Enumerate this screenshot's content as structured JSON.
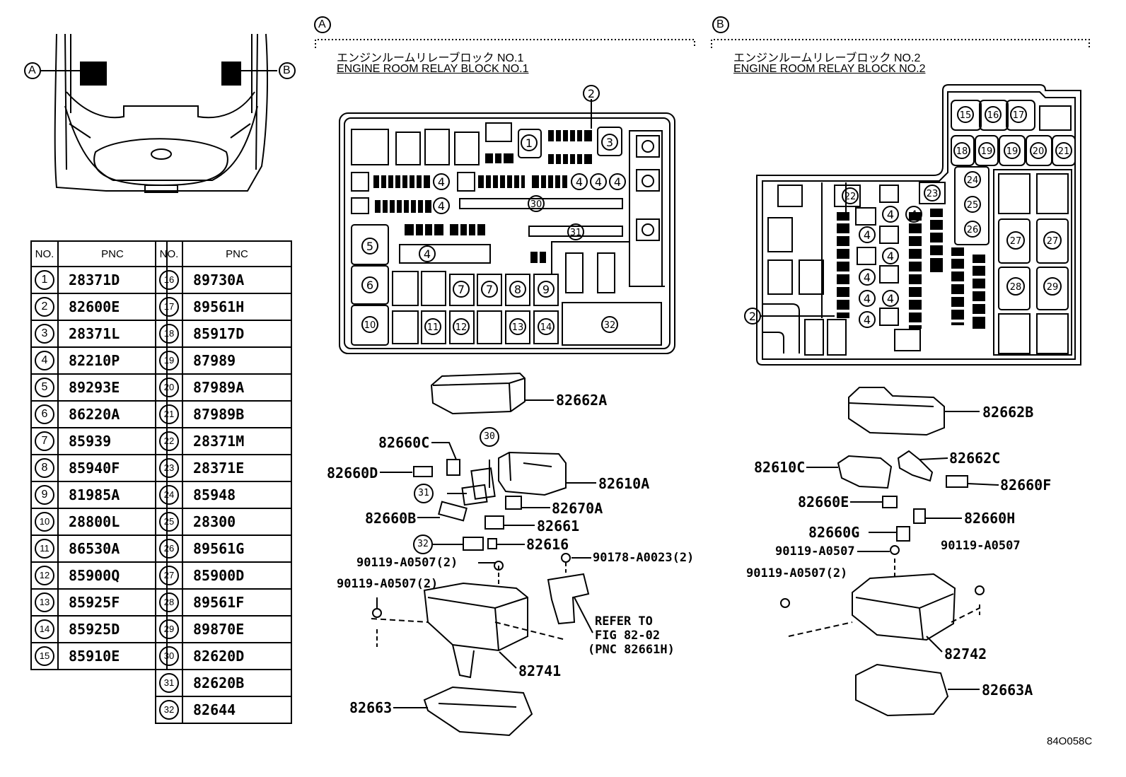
{
  "section_a": {
    "marker": "A",
    "title_jp": "エンジンルームリレーブロック NO.1",
    "title_en": "ENGINE ROOM RELAY BLOCK NO.1"
  },
  "section_b": {
    "marker": "B",
    "title_jp": "エンジンルームリレーブロック NO.2",
    "title_en": "ENGINE ROOM RELAY BLOCK NO.2"
  },
  "table": {
    "headers": [
      "NO.",
      "PNC",
      "NO.",
      "PNC"
    ],
    "left": [
      {
        "no": "1",
        "pnc": "28371D"
      },
      {
        "no": "2",
        "pnc": "82600E"
      },
      {
        "no": "3",
        "pnc": "28371L"
      },
      {
        "no": "4",
        "pnc": "82210P"
      },
      {
        "no": "5",
        "pnc": "89293E"
      },
      {
        "no": "6",
        "pnc": "86220A"
      },
      {
        "no": "7",
        "pnc": "85939"
      },
      {
        "no": "8",
        "pnc": "85940F"
      },
      {
        "no": "9",
        "pnc": "81985A"
      },
      {
        "no": "10",
        "pnc": "28800L"
      },
      {
        "no": "11",
        "pnc": "86530A"
      },
      {
        "no": "12",
        "pnc": "85900Q"
      },
      {
        "no": "13",
        "pnc": "85925F"
      },
      {
        "no": "14",
        "pnc": "85925D"
      },
      {
        "no": "15",
        "pnc": "85910E"
      }
    ],
    "right": [
      {
        "no": "16",
        "pnc": "89730A"
      },
      {
        "no": "17",
        "pnc": "89561H"
      },
      {
        "no": "18",
        "pnc": "85917D"
      },
      {
        "no": "19",
        "pnc": "87989"
      },
      {
        "no": "20",
        "pnc": "87989A"
      },
      {
        "no": "21",
        "pnc": "87989B"
      },
      {
        "no": "22",
        "pnc": "28371M"
      },
      {
        "no": "23",
        "pnc": "28371E"
      },
      {
        "no": "24",
        "pnc": "85948"
      },
      {
        "no": "25",
        "pnc": "28300"
      },
      {
        "no": "26",
        "pnc": "89561G"
      },
      {
        "no": "27",
        "pnc": "85900D"
      },
      {
        "no": "28",
        "pnc": "89561F"
      },
      {
        "no": "29",
        "pnc": "89870E"
      },
      {
        "no": "30",
        "pnc": "82620D"
      },
      {
        "no": "31",
        "pnc": "82620B"
      },
      {
        "no": "32",
        "pnc": "82644"
      }
    ]
  },
  "labels_a": {
    "p82662A": "82662A",
    "p82660C": "82660C",
    "p82660D": "82660D",
    "p82610A": "82610A",
    "p82670A": "82670A",
    "p82660B": "82660B",
    "p82661": "82661",
    "p82616": "82616",
    "p90119a": "90119-A0507(2)",
    "p90178": "90178-A0023(2)",
    "p90119b": "90119-A0507(2)",
    "refer1": "REFER TO",
    "refer2": "FIG 82-02",
    "refer3": "(PNC 82661H)",
    "p82741": "82741",
    "p82663": "82663",
    "c30": "30",
    "c31": "31",
    "c32": "32"
  },
  "labels_b": {
    "p82662B": "82662B",
    "p82610C": "82610C",
    "p82662C": "82662C",
    "p82660F": "82660F",
    "p82660E": "82660E",
    "p82660H": "82660H",
    "p82660G": "82660G",
    "p90119a": "90119-A0507",
    "p90119b": "90119-A0507",
    "p90119c": "90119-A0507(2)",
    "p82742": "82742",
    "p82663A": "82663A"
  },
  "figure_id": "84O058C"
}
